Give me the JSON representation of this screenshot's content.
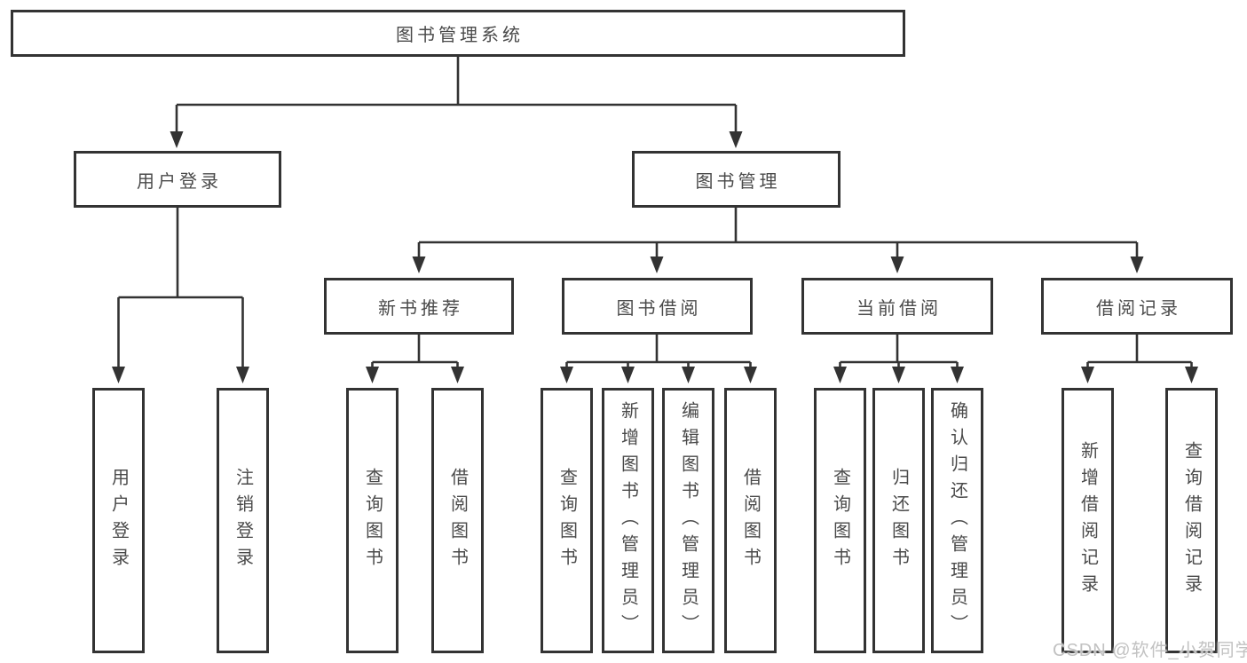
{
  "diagram": {
    "title_node": "图书管理系统",
    "root": {
      "label": "图书管理系统"
    },
    "level2": [
      {
        "label": "用户登录"
      },
      {
        "label": "图书管理"
      }
    ],
    "level3": [
      {
        "label": "新书推荐"
      },
      {
        "label": "图书借阅"
      },
      {
        "label": "当前借阅"
      },
      {
        "label": "借阅记录"
      }
    ],
    "leaves": {
      "user_login": [
        {
          "label": "用户登录"
        },
        {
          "label": "注销登录"
        }
      ],
      "new_book": [
        {
          "label": "查询图书"
        },
        {
          "label": "借阅图书"
        }
      ],
      "book_borrow": [
        {
          "label": "查询图书"
        },
        {
          "label": "新增图书（管理员）"
        },
        {
          "label": "编辑图书（管理员）"
        },
        {
          "label": "借阅图书"
        }
      ],
      "current_borrow": [
        {
          "label": "查询图书"
        },
        {
          "label": "归还图书"
        },
        {
          "label": "确认归还（管理员）"
        }
      ],
      "borrow_record": [
        {
          "label": "新增借阅记录"
        },
        {
          "label": "查询借阅记录"
        }
      ]
    },
    "colors": {
      "line": "#333333",
      "text": "#4a4a4a",
      "box_background": "#ffffff"
    }
  },
  "watermark": {
    "text": "CSDN @软件_小贺同学",
    "color": "#c2c2c2"
  }
}
